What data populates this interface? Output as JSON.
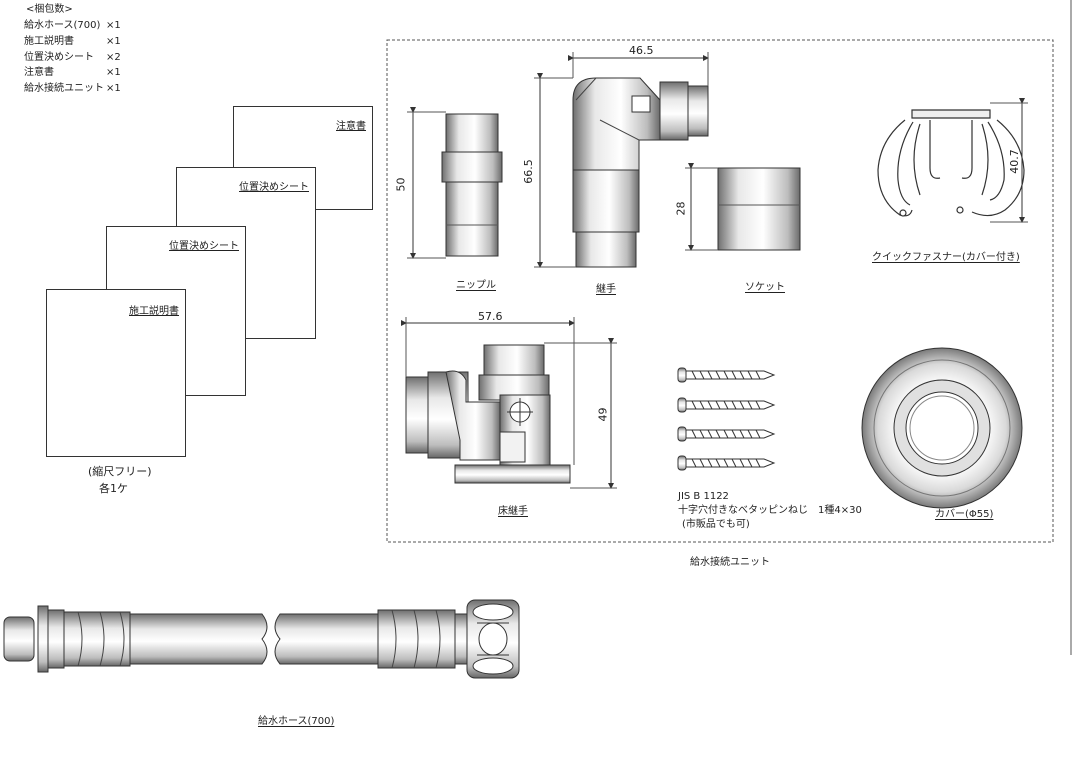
{
  "package_list": {
    "title": "<梱包数>",
    "items": [
      {
        "name": "給水ホース(700)",
        "qty": "×1"
      },
      {
        "name": "施工説明書",
        "qty": "×1"
      },
      {
        "name": "位置決めシート",
        "qty": "×2"
      },
      {
        "name": "注意書",
        "qty": "×1"
      },
      {
        "name": "給水接続ユニット",
        "qty": "×1"
      }
    ]
  },
  "sheets": {
    "caution": "注意書",
    "position_sheet_1": "位置決めシート",
    "position_sheet_2": "位置決めシート",
    "instructions": "施工説明書",
    "scale_note": "(縮尺フリー)",
    "quantity_note": "各1ケ"
  },
  "unit": {
    "caption": "給水接続ユニット",
    "nipple": {
      "label": "ニップル",
      "dim_height": "50"
    },
    "elbow": {
      "label": "継手",
      "dim_width": "46.5",
      "dim_height": "66.5"
    },
    "socket": {
      "label": "ソケット",
      "dim_height": "28"
    },
    "quick_fastener": {
      "label": "クイックファスナー(カバー付き)",
      "dim_height": "40.7"
    },
    "floor_joint": {
      "label": "床継手",
      "dim_width": "57.6",
      "dim_height": "49"
    },
    "screws": {
      "standard": "JIS B 1122",
      "description": "十字穴付きなべタッピンねじ　1種4×30",
      "note": "(市販品でも可)"
    },
    "cover": {
      "label": "カバー(Φ55)"
    }
  },
  "hose": {
    "label": "給水ホース(700)"
  }
}
